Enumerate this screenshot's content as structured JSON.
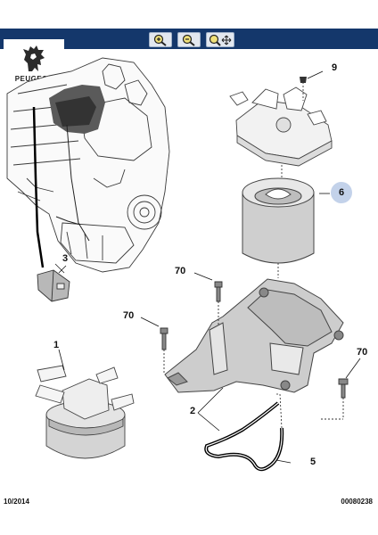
{
  "brand": {
    "name": "PEUGEOT"
  },
  "toolbar": {
    "tools": [
      {
        "icon": "zoom-in-icon"
      },
      {
        "icon": "zoom-out-icon"
      },
      {
        "icon": "pan-zoom-icon"
      }
    ]
  },
  "callouts": {
    "c1": "1",
    "c2": "2",
    "c3": "3",
    "c5": "5",
    "c6": "6",
    "c9": "9",
    "c70a": "70",
    "c70b": "70",
    "c70c": "70"
  },
  "footer": {
    "date": "10/2014",
    "ref": "00080238"
  },
  "colors": {
    "header": "#14376b",
    "highlight": "#c3d2ea",
    "line": "#222222"
  }
}
